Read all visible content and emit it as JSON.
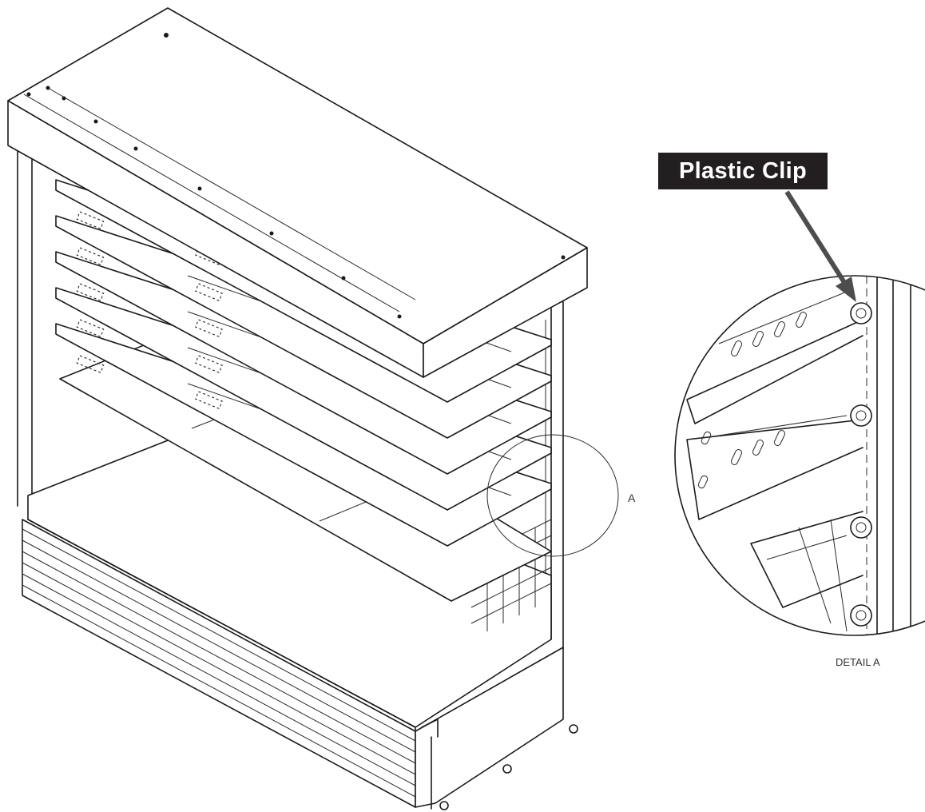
{
  "callout": {
    "label": "Plastic Clip"
  },
  "detail_marker": {
    "letter": "A"
  },
  "detail_view": {
    "caption": "DETAIL A"
  }
}
